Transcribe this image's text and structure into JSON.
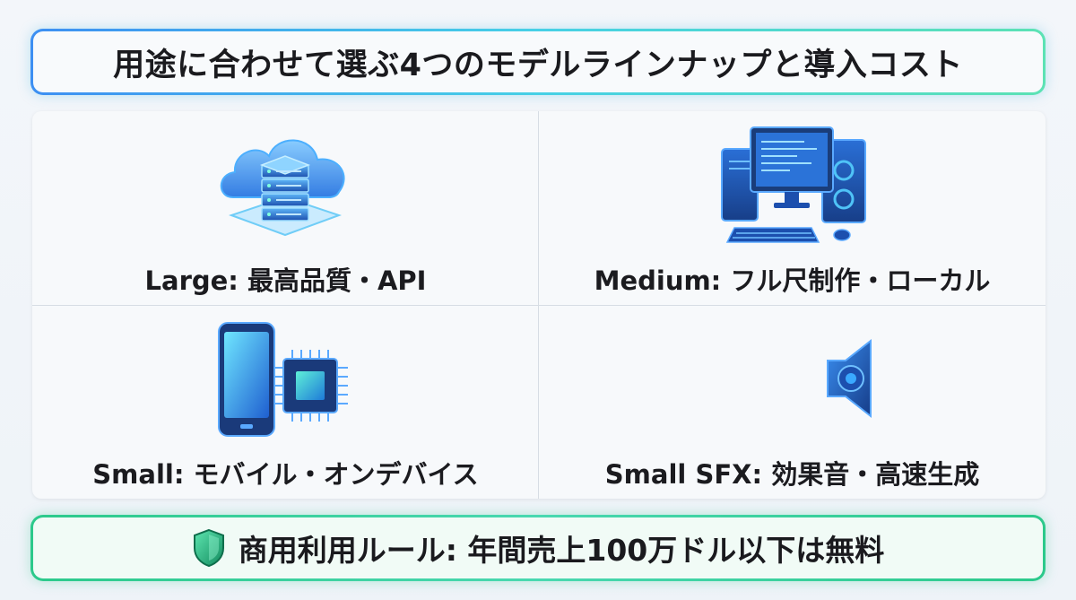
{
  "title": "用途に合わせて選ぶ4つのモデルラインナップと導入コスト",
  "models": [
    {
      "label": "Large: 最高品質・API",
      "icon": "cloud-server-icon"
    },
    {
      "label": "Medium: フル尺制作・ローカル",
      "icon": "desktop-computer-icon"
    },
    {
      "label": "Small: モバイル・オンデバイス",
      "icon": "smartphone-chip-icon"
    },
    {
      "label": "Small SFX: 効果音・高速生成",
      "icon": "soundwave-speaker-icon"
    }
  ],
  "footer": {
    "text": "商用利用ルール: 年間売上100万ドル以下は無料",
    "icon": "shield-icon"
  },
  "colors": {
    "accent_blue": "#2f8cf0",
    "accent_cyan": "#46d0e6",
    "accent_green": "#2cc98b"
  }
}
